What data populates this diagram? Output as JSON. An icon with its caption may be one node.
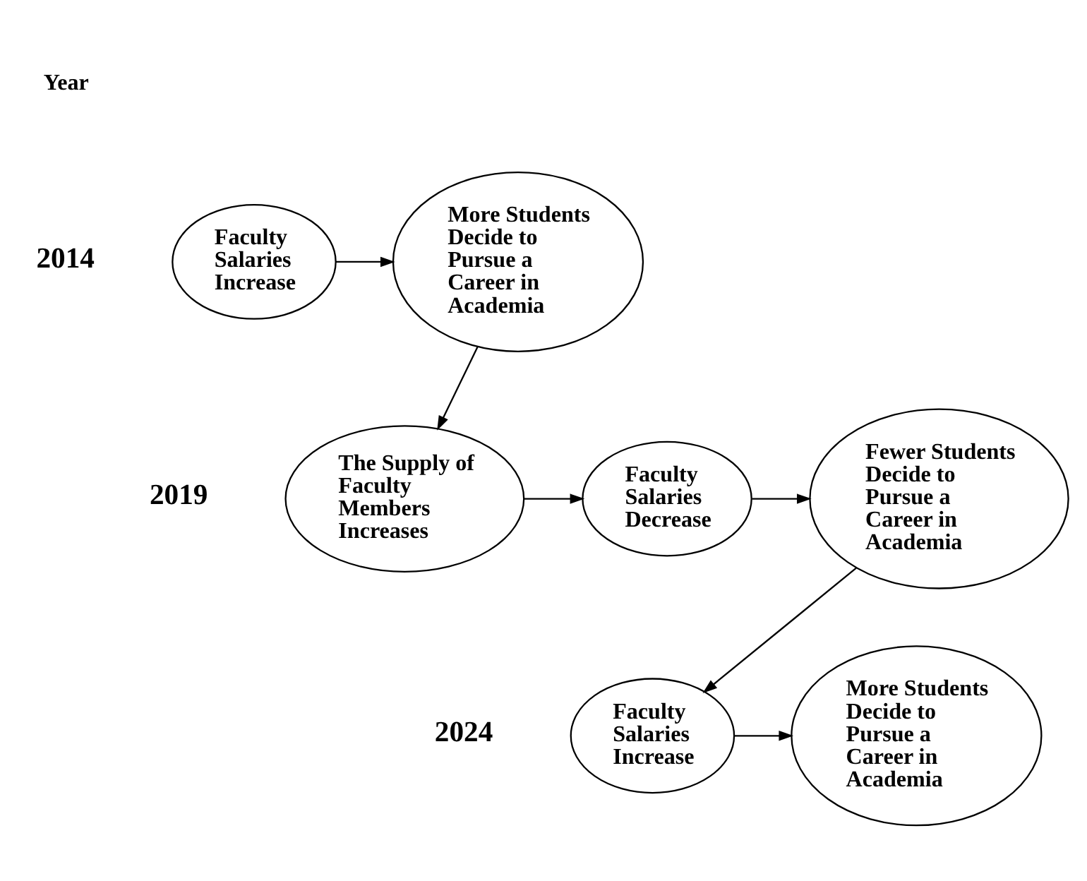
{
  "diagram": {
    "nodes": [
      {
        "text": [
          "Faculty Salaries Increase"
        ]
      },
      {
        "text": [
          "More Students Decide to Pursue a Career in Academia"
        ]
      },
      {
        "text": [
          "The Supply of Faculty Members Increases"
        ]
      },
      {
        "text": [
          "Faculty Salaries Decrease"
        ]
      },
      {
        "text": [
          "Fewer Students Decide to Pursue a Career in Academia"
        ]
      },
      {
        "text": [
          "Faculty Salaries Increase"
        ]
      },
      {
        "text": [
          "More Students Decide to Pursue a Career in Academia"
        ]
      }
    ],
    "edges": [
      {
        "from": 0,
        "to": 1,
        "arrow": "to"
      },
      {
        "from": 1,
        "to": 2,
        "arrow": "to"
      },
      {
        "from": 2,
        "to": 3,
        "arrow": "to"
      },
      {
        "from": 3,
        "to": 4,
        "arrow": "to"
      },
      {
        "from": 4,
        "to": 5,
        "arrow": "to"
      },
      {
        "from": 5,
        "to": 6,
        "arrow": "to"
      }
    ],
    "labels": [
      "Year",
      "2014",
      "2019",
      "2024"
    ]
  }
}
